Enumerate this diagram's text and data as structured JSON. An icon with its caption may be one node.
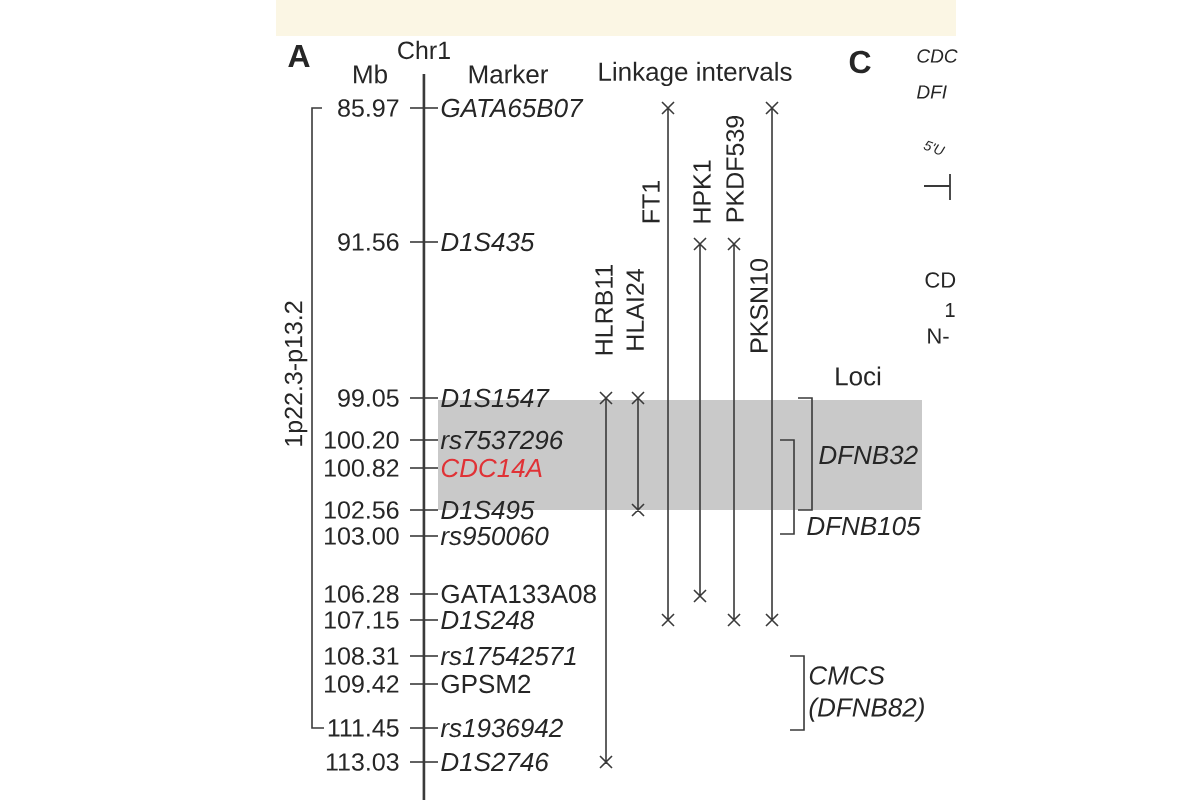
{
  "diagram": {
    "nodes": [
      {
        "text": [],
        "shape": "bar"
      }
    ],
    "labels": [
      "A",
      "Chr1",
      "Mb",
      "Marker",
      "Linkage intervals",
      "85.97",
      "GATA65B07",
      "91.56",
      "D1S435",
      "99.05",
      "D1S1547",
      "100.20",
      "rs7537296",
      "100.82",
      "CDC14A",
      "102.56",
      "D1S495",
      "103.00",
      "rs950060",
      "106.28",
      "GATA133A08",
      "107.15",
      "D1S248",
      "108.31",
      "rs17542571",
      "109.42",
      "GPSM2",
      "111.45",
      "rs1936942",
      "113.03",
      "D1S2746",
      "1p22.3-p13.2",
      "HLRB11",
      "HLAI24",
      "FT1",
      "HPK1",
      "PKDF539",
      "PKSN10",
      "Loci",
      "DFNB32",
      "DFNB105",
      "CMCS (DFNB82)",
      "C",
      "CDC",
      "DFI",
      "5'U",
      "CD",
      "1",
      "N-"
    ]
  }
}
